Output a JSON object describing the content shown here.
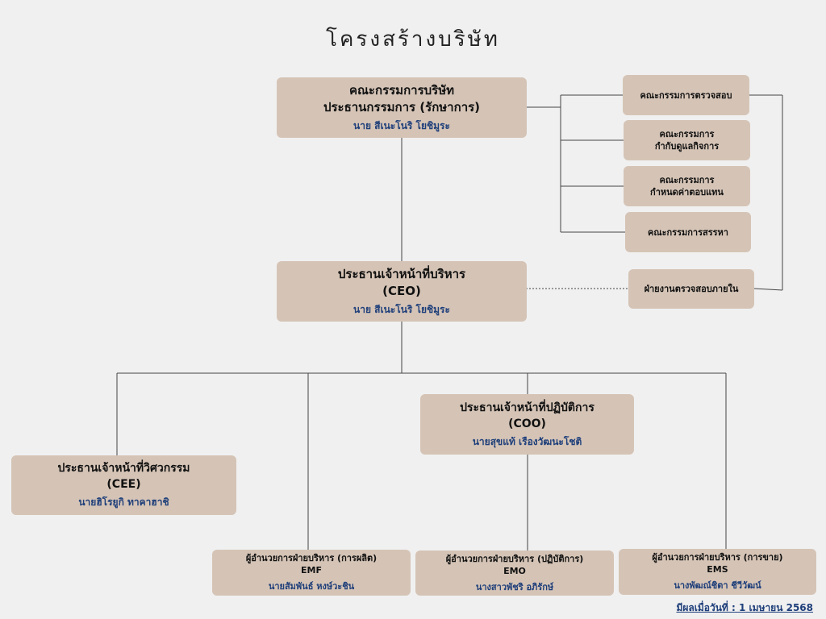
{
  "title": "โครงสร้างบริษัท",
  "board": {
    "line1": "คณะกรรมการบริษัท",
    "line2": "ประธานกรรมการ (รักษาการ)",
    "person": "นาย สีเนะโนริ โยชิมูระ"
  },
  "committees": {
    "audit": "คณะกรรมการตรวจสอบ",
    "governance_1": "คณะกรรมการ",
    "governance_2": "กำกับดูแลกิจการ",
    "remuneration_1": "คณะกรรมการ",
    "remuneration_2": "กำหนดค่าตอบแทน",
    "nomination": "คณะกรรมการสรรหา",
    "internal_audit": "ฝ่ายงานตรวจสอบภายใน"
  },
  "ceo": {
    "line1": "ประธานเจ้าหน้าที่บริหาร",
    "line2": "(CEO)",
    "person": "นาย สีเนะโนริ โยชิมูระ"
  },
  "coo": {
    "line1": "ประธานเจ้าหน้าที่ปฏิบัติการ",
    "line2": "(COO)",
    "person": "นายสุขแท้  เรืองวัฒนะโชติ"
  },
  "cee": {
    "line1": "ประธานเจ้าหน้าที่วิศวกรรม",
    "line2": "(CEE)",
    "person": "นายฮิโรยูกิ  ทาคาฮาชิ"
  },
  "emf": {
    "line1": "ผู้อำนวยการฝ่ายบริหาร (การผลิต)",
    "line2": "EMF",
    "person": "นายสัมพันธ์  หงษ์วะชิน"
  },
  "emo": {
    "line1": "ผู้อำนวยการฝ่ายบริหาร (ปฏิบัติการ)",
    "line2": "EMO",
    "person": "นางสาวพัชริ  อภิรักษ์"
  },
  "ems": {
    "line1": "ผู้อำนวยการฝ่ายบริหาร (การขาย)",
    "line2": "EMS",
    "person": "นางพัฒณ์ชิตา  ชีวีวัฒน์"
  },
  "updated": "มีผลเมื่อวันที่ : 1 เมษายน 2568",
  "colors": {
    "box": "#d5c4b6",
    "background": "#f0f0f0",
    "name_text": "#1f3f7a",
    "line": "#444444"
  }
}
